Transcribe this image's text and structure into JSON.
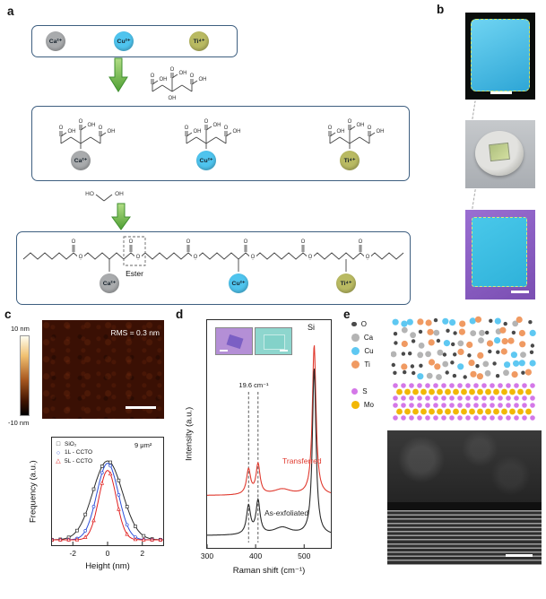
{
  "figure": {
    "panel_labels": {
      "a": "a",
      "b": "b",
      "c": "c",
      "d": "d",
      "e": "e"
    }
  },
  "panel_a": {
    "ions": [
      {
        "name": "Ca",
        "label": "Ca²⁺",
        "color": "#a9abad"
      },
      {
        "name": "Cu",
        "label": "Cu²⁺",
        "color": "#4fc4ee"
      },
      {
        "name": "Ti",
        "label": "Ti⁴⁺",
        "color": "#b9ba62"
      }
    ],
    "chem": {
      "oh": "OH",
      "ho": "HO",
      "o": "O"
    },
    "ester_label": "Ester"
  },
  "panel_c": {
    "afm": {
      "rms": "RMS = 0.3 nm",
      "scale_top": "10 nm",
      "scale_bottom": "-10 nm"
    }
  },
  "chart_data": [
    {
      "id": "height-histogram",
      "type": "line",
      "xlabel": "Height (nm)",
      "ylabel": "Frequency (a.u.)",
      "xlim": [
        -3.2,
        3.2
      ],
      "x_ticks": [
        -2,
        0,
        2
      ],
      "annotation": "9 μm²",
      "legend_position": "top-left",
      "series": [
        {
          "name": "SiO₂",
          "marker": "square",
          "color": "#2b2b2b",
          "center": 0,
          "sigma": 0.85,
          "amplitude": 1.0
        },
        {
          "name": "1L - CCTO",
          "marker": "circle",
          "color": "#2c4fd8",
          "center": 0,
          "sigma": 0.62,
          "amplitude": 0.97
        },
        {
          "name": "5L - CCTO",
          "marker": "triangle",
          "color": "#e02020",
          "center": 0,
          "sigma": 0.5,
          "amplitude": 0.88
        }
      ]
    },
    {
      "id": "raman-spectra",
      "type": "line",
      "xlabel": "Raman shift (cm⁻¹)",
      "ylabel": "Intensity (a.u.)",
      "xlim": [
        300,
        555
      ],
      "x_ticks": [
        300,
        400,
        500
      ],
      "peak_separation_label": "19.6 cm⁻¹",
      "dashed_peak_positions": [
        385.4,
        405.0
      ],
      "si_peak_label": "Si",
      "si_peak_position": 520.7,
      "series": [
        {
          "name": "Transferred",
          "color": "#e03a2f",
          "baseline_offset": 0.52,
          "peaks": [
            {
              "center": 385.4,
              "width": 5,
              "amplitude": 0.3
            },
            {
              "center": 405.0,
              "width": 5,
              "amplitude": 0.36
            },
            {
              "center": 455,
              "width": 22,
              "amplitude": 0.07
            },
            {
              "center": 520.7,
              "width": 4.5,
              "amplitude": 1.8
            }
          ]
        },
        {
          "name": "As-exfoliated",
          "color": "#2b2b2b",
          "baseline_offset": 0.04,
          "peaks": [
            {
              "center": 385.4,
              "width": 5,
              "amplitude": 0.34
            },
            {
              "center": 405.0,
              "width": 5,
              "amplitude": 0.4
            },
            {
              "center": 455,
              "width": 22,
              "amplitude": 0.09
            },
            {
              "center": 520.7,
              "width": 4.5,
              "amplitude": 2.0
            }
          ]
        }
      ]
    }
  ],
  "panel_e": {
    "ccto_atoms": [
      {
        "label": "O",
        "color": "#4a4a4a",
        "r": 2.2
      },
      {
        "label": "Ca",
        "color": "#b4b4b4",
        "r": 3.4
      },
      {
        "label": "Cu",
        "color": "#5ec8f2",
        "r": 3.6
      },
      {
        "label": "Ti",
        "color": "#f09a62",
        "r": 3.6
      }
    ],
    "mos2_atoms": [
      {
        "label": "S",
        "color": "#d478e8",
        "r": 2.8
      },
      {
        "label": "Mo",
        "color": "#f2b705",
        "r": 3.4
      }
    ]
  }
}
